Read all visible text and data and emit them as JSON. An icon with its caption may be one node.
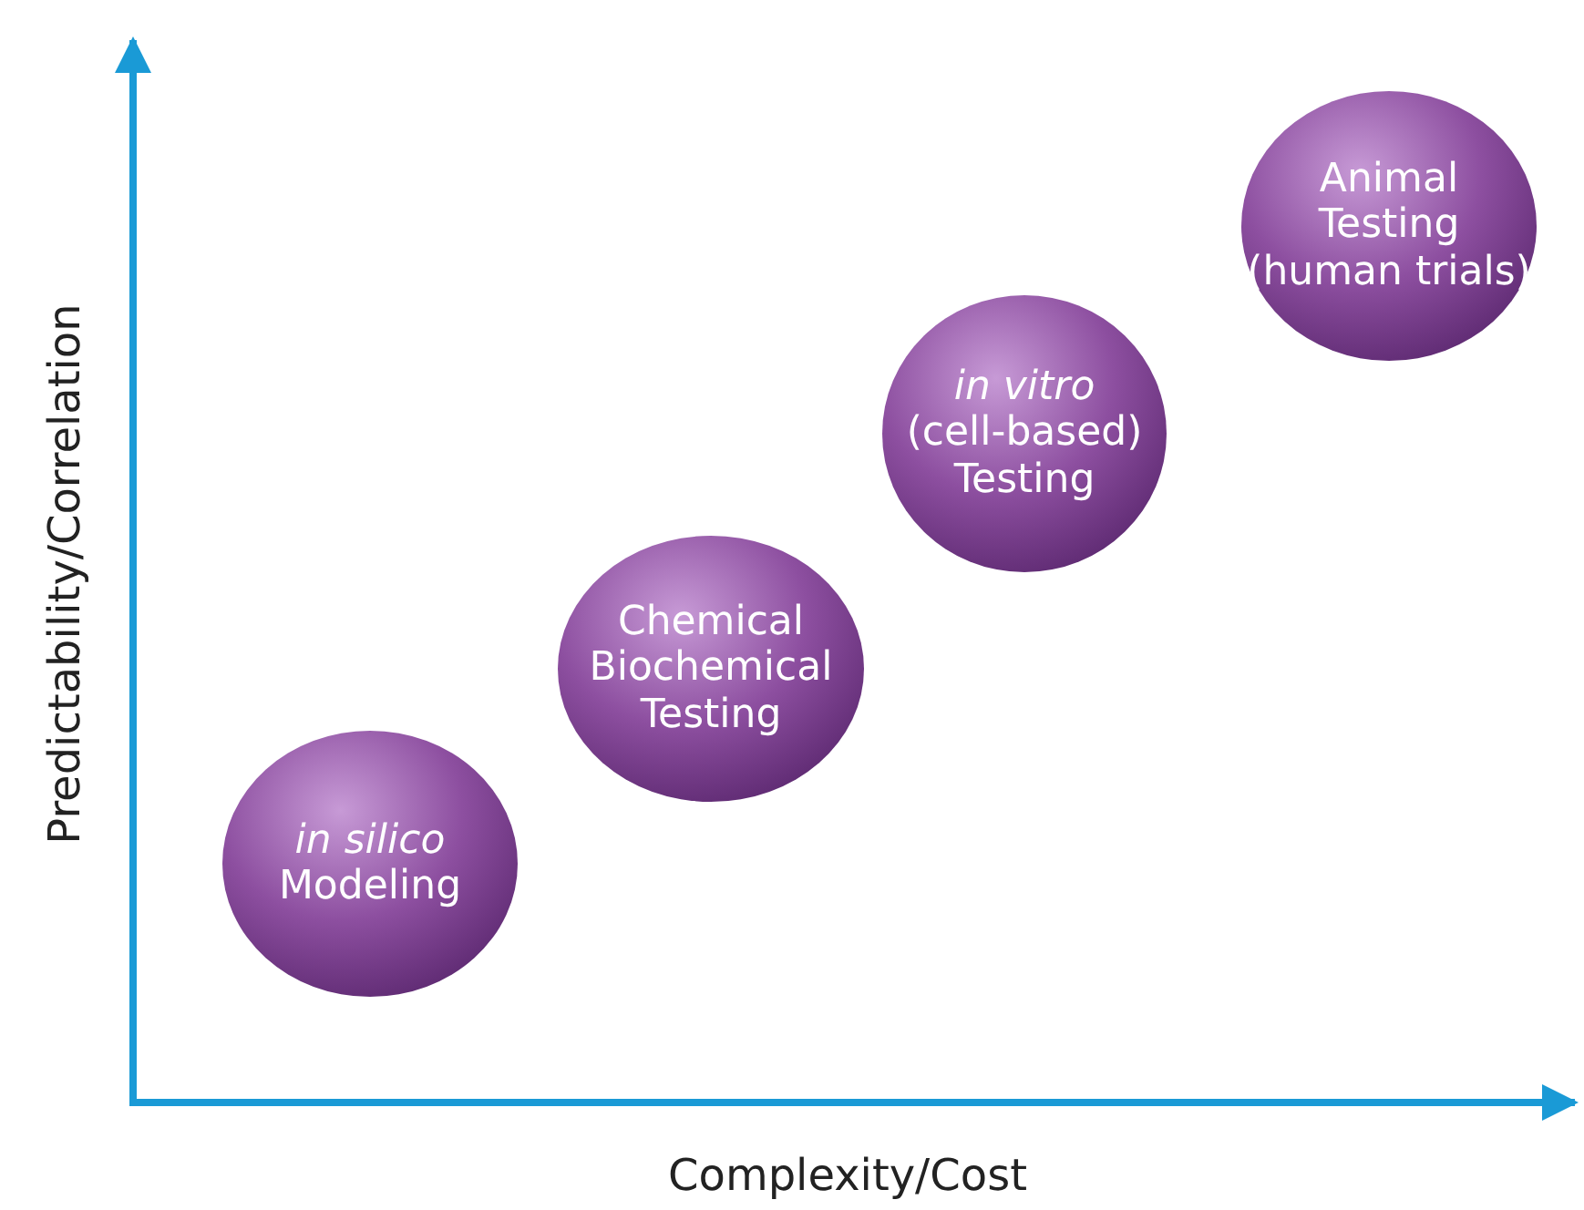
{
  "diagram": {
    "nodes": [
      {
        "text": [
          "*in silico* Modeling"
        ]
      },
      {
        "text": [
          "Chemical Biochemical Testing"
        ]
      },
      {
        "text": [
          "*in vitro* (cell-based) Testing"
        ]
      },
      {
        "text": [
          "Animal Testing (human trials)"
        ]
      }
    ],
    "labels": [
      "Predictability/Correlation",
      "Complexity/Cost"
    ]
  }
}
